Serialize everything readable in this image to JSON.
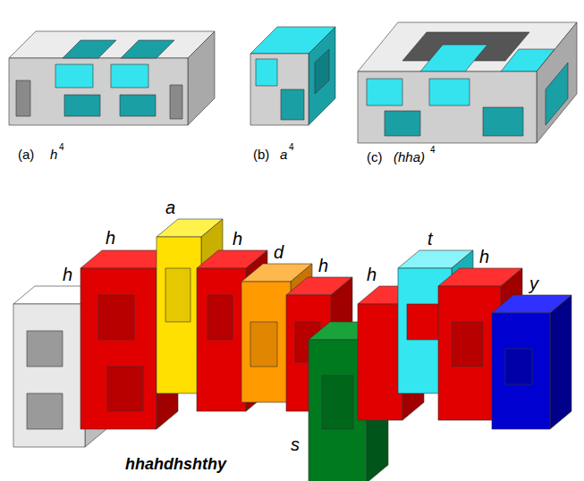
{
  "diagram": {
    "labels": [
      "(a)",
      "h",
      "4",
      "(b)",
      "a",
      "4",
      "(c)",
      "(hha)",
      "4",
      "h",
      "h",
      "a",
      "h",
      "d",
      "h",
      "h",
      "t",
      "h",
      "y",
      "s",
      "hhahdhshthy"
    ]
  }
}
